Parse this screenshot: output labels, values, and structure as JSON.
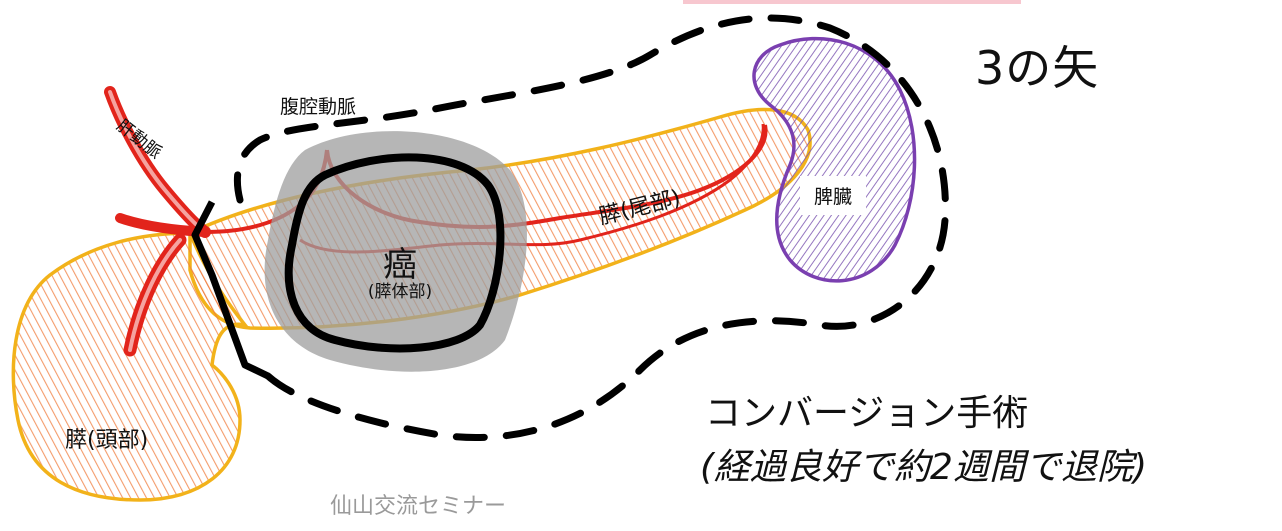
{
  "title_note": "3の矢",
  "labels": {
    "celiac_artery": "腹腔動脈",
    "hepatic_artery": "肝動脈",
    "spleen": "脾臓",
    "pancreas_tail": "膵(尾部)",
    "pancreas_head": "膵(頭部)",
    "cancer": "癌",
    "cancer_location": "(膵体部)"
  },
  "procedure": {
    "name": "コンバージョン手術",
    "outcome": "(経過良好で約2週間で退院)"
  },
  "footer": "仙山交流セミナー",
  "colors": {
    "pancreas_fill": "#f07a3a",
    "pancreas_outline": "#f2b21a",
    "artery": "#e2241b",
    "spleen_fill": "#7a55b0",
    "spleen_outline": "#7a3fb0",
    "tumor_shadow": "#9e9e9e",
    "tumor_outline": "#000000",
    "resection_line": "#000000",
    "top_accent": "#f7c7cf"
  }
}
